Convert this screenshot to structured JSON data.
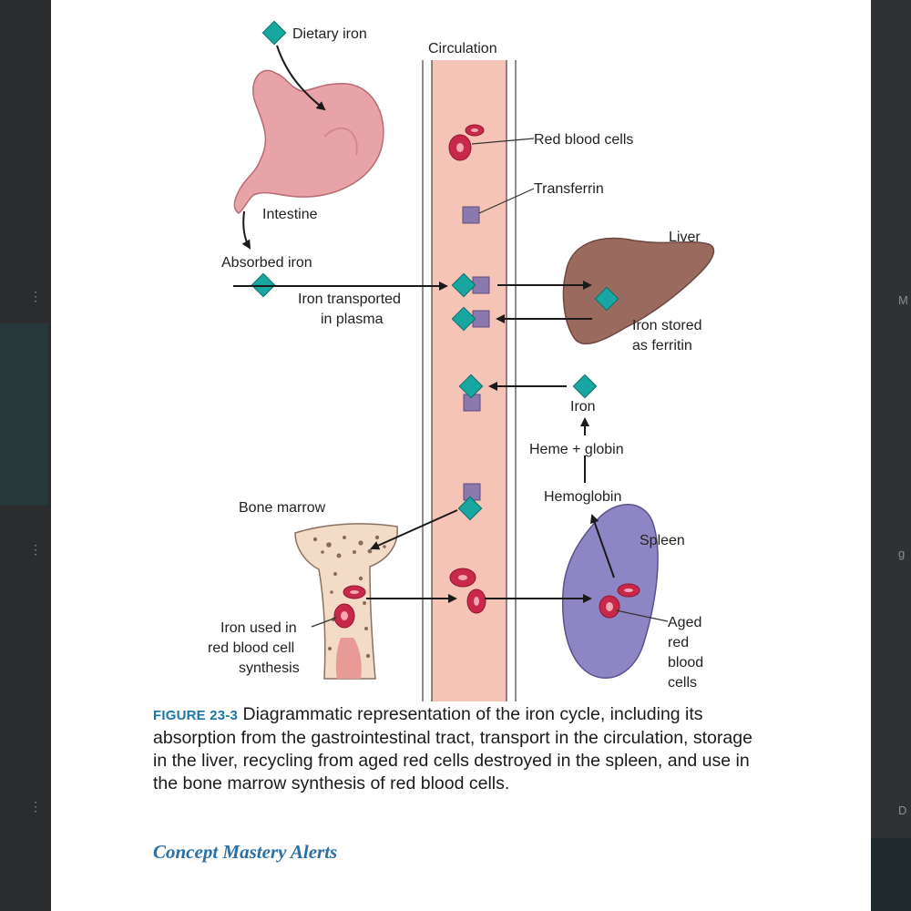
{
  "labels": {
    "dietary_iron": "Dietary iron",
    "circulation": "Circulation",
    "red_blood_cells": "Red blood cells",
    "transferrin": "Transferrin",
    "intestine": "Intestine",
    "liver": "Liver",
    "absorbed_iron": "Absorbed iron",
    "iron_transported_1": "Iron transported",
    "iron_transported_2": "in plasma",
    "iron_stored_1": "Iron stored",
    "iron_stored_2": "as ferritin",
    "iron": "Iron",
    "heme_globin": "Heme + globin",
    "hemoglobin": "Hemoglobin",
    "bone_marrow": "Bone marrow",
    "spleen": "Spleen",
    "iron_used_1": "Iron used in",
    "iron_used_2": "red blood cell",
    "iron_used_3": "synthesis",
    "aged_1": "Aged",
    "aged_2": "red",
    "aged_3": "blood",
    "aged_4": "cells"
  },
  "caption": {
    "figure_label": "FIGURE 23-3",
    "text": "Diagrammatic representation of the iron cycle, including its absorption from the gastrointestinal tract, transport in the circulation, storage in the liver, recycling from aged red cells destroyed in the spleen, and use in the bone marrow synthesis of red blood cells."
  },
  "section_heading": "Concept Mastery Alerts",
  "side_hints": {
    "right_top": "M",
    "right_mid": "g",
    "right_bottom": "D"
  },
  "colors": {
    "iron_diamond": "#17a6a0",
    "transferrin_square": "#8b79ad",
    "vessel": "#f6c4b6",
    "red_cell": "#c8284a",
    "liver": "#9a6a5e",
    "spleen": "#8e86c4",
    "stomach": "#e7a3a8",
    "accent_blue": "#1d76a6"
  }
}
